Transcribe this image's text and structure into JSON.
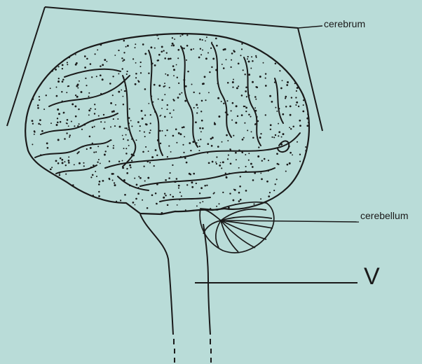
{
  "labels": {
    "cerebrum": "cerebrum",
    "cerebellum": "cerebellum",
    "v": "V"
  },
  "colors": {
    "background": "#b9dcd8",
    "ink": "#1a1a1a",
    "faint_text": "#7f9f9b"
  }
}
